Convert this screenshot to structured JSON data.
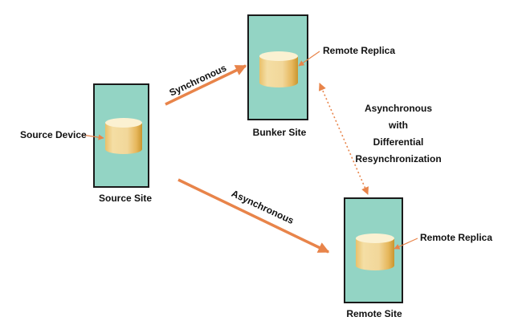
{
  "colors": {
    "site_fill": "#93d4c4",
    "site_border": "#1a1a1a",
    "arrow": "#e8844a",
    "cylinder_body": "#f2d79a",
    "cylinder_top": "#fbf1d2",
    "cylinder_edge": "#c9952e"
  },
  "sites": {
    "source": {
      "label": "Source Site"
    },
    "bunker": {
      "label": "Bunker Site"
    },
    "remote": {
      "label": "Remote Site"
    }
  },
  "devices": {
    "source": {
      "label": "Source Device"
    },
    "bunker": {
      "label": "Remote Replica"
    },
    "remote": {
      "label": "Remote Replica"
    }
  },
  "links": {
    "source_to_bunker": {
      "label": "Synchronous",
      "style": "solid"
    },
    "source_to_remote": {
      "label": "Asynchronous",
      "style": "solid"
    },
    "bunker_to_remote": {
      "style": "dotted",
      "lines": [
        "Asynchronous",
        "with",
        "Differential",
        "Resynchronization"
      ]
    }
  }
}
